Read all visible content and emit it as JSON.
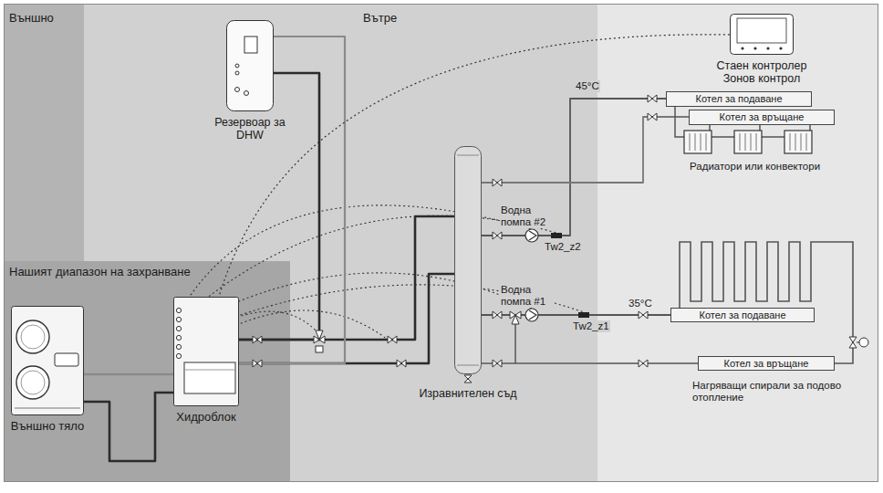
{
  "diagram": {
    "nodes": [
      {
        "text": [
          "Външно"
        ]
      },
      {
        "text": [
          "Вътре"
        ]
      },
      {
        "text": [
          "Нашият диапазон на захранване"
        ]
      },
      {
        "text": [
          "Външно тяло"
        ],
        "in": 2
      },
      {
        "text": [
          "Хидроблок"
        ],
        "in": 2
      },
      {
        "text": [
          "Резервоар за DHW"
        ]
      },
      {
        "text": [
          "Изравнителен съд"
        ]
      },
      {
        "text": [
          "Стаен контролер",
          "Зонов контрол"
        ]
      },
      {
        "text": [
          "Котел за подаване"
        ]
      },
      {
        "text": [
          "Котел за връщане"
        ]
      },
      {
        "text": [
          "Котел за подаване"
        ]
      },
      {
        "text": [
          "Котел за връщане"
        ]
      }
    ],
    "edges": [
      {
        "from": 3,
        "to": 4,
        "arrow": "none"
      },
      {
        "from": 3,
        "to": 4,
        "arrow": "none"
      },
      {
        "from": 4,
        "to": 6,
        "arrow": "none"
      },
      {
        "from": 4,
        "to": 6,
        "arrow": "none"
      },
      {
        "from": 4,
        "to": 5,
        "arrow": "none"
      },
      {
        "from": 4,
        "to": 5,
        "arrow": "none"
      },
      {
        "from": 6,
        "to": 8,
        "arrow": "none"
      },
      {
        "from": 9,
        "to": 6,
        "arrow": "none"
      },
      {
        "from": 6,
        "to": 10,
        "arrow": "none"
      },
      {
        "from": 11,
        "to": 6,
        "arrow": "none"
      },
      {
        "from": 7,
        "to": 4,
        "arrow": "none"
      }
    ],
    "labels": [
      "45°C",
      "Радиатори или конвектори",
      "Водна помпа #2",
      "Tw2_z2",
      "Водна помпа #1",
      "Tw2_z1",
      "35°C",
      "Нагряващи спирали за подово отопление"
    ]
  }
}
